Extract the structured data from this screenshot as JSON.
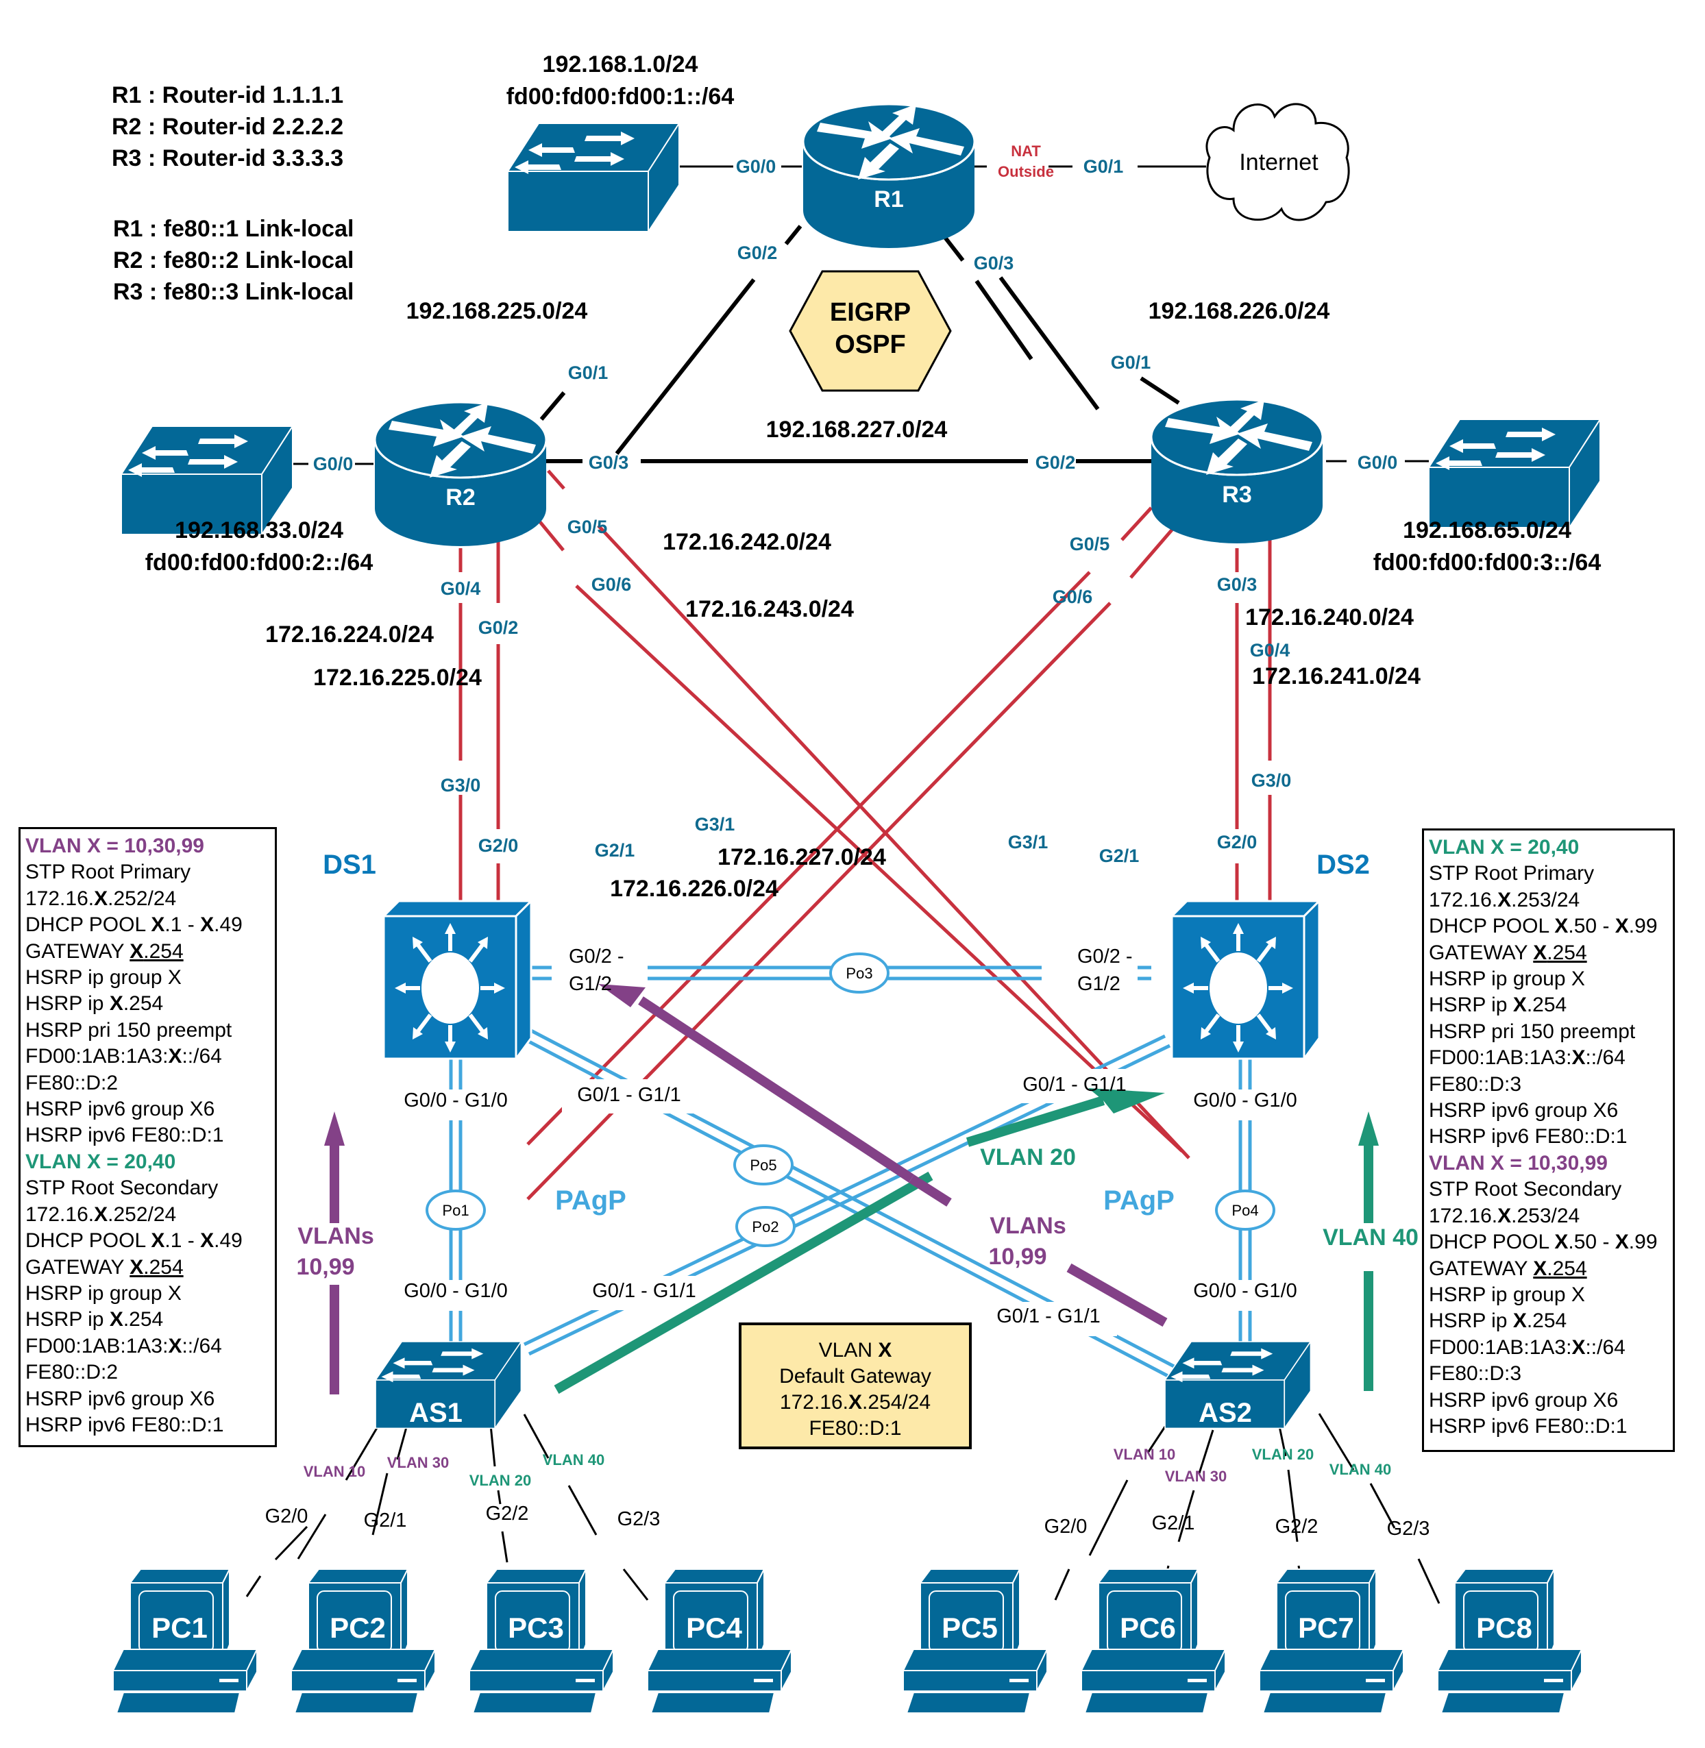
{
  "router_ids": [
    "R1 : Router-id 1.1.1.1",
    "R2 : Router-id 2.2.2.2",
    "R3 : Router-id 3.3.3.3"
  ],
  "link_locals": [
    "R1 : fe80::1 Link-local",
    "R2 : fe80::2 Link-local",
    "R3 : fe80::3 Link-local"
  ],
  "routing_protocols": [
    "EIGRP",
    "OSPF"
  ],
  "colors": {
    "device_blue": "#036897",
    "multilayer_blue": "#0a79b9",
    "l3_link_red": "#c8313e",
    "etherchannel_blue": "#42a7de",
    "vlan_purple": "#834187",
    "vlan_green": "#1e9677",
    "port_label_blue": "#0f6a8f",
    "nat_red": "#c8313e",
    "note_yellow": "#fde9a9",
    "hexagon_yellow": "#fde9a9"
  },
  "devices": {
    "r1": "R1",
    "r2": "R2",
    "r3": "R3",
    "ds1": "DS1",
    "ds2": "DS2",
    "as1": "AS1",
    "as2": "AS2",
    "internet": "Internet",
    "pcs": [
      "PC1",
      "PC2",
      "PC3",
      "PC4",
      "PC5",
      "PC6",
      "PC7",
      "PC8"
    ]
  },
  "networks": {
    "r1_lan_v4": "192.168.1.0/24",
    "r1_lan_v6": "fd00:fd00:fd00:1::/64",
    "r2_lan_v4": "192.168.33.0/24",
    "r2_lan_v6": "fd00:fd00:fd00:2::/64",
    "r3_lan_v4": "192.168.65.0/24",
    "r3_lan_v6": "fd00:fd00:fd00:3::/64",
    "r1_r2": "192.168.225.0/24",
    "r1_r3": "192.168.226.0/24",
    "r2_r3": "192.168.227.0/24",
    "r2_ds1_a": "172.16.224.0/24",
    "r2_ds1_b": "172.16.225.0/24",
    "r2_ds2_a": "172.16.242.0/24",
    "r2_ds2_b": "172.16.243.0/24",
    "r3_ds2_a": "172.16.240.0/24",
    "r3_ds2_b": "172.16.241.0/24",
    "r3_ds1_a": "172.16.227.0/24",
    "r3_ds1_b": "172.16.226.0/24"
  },
  "nat_label": [
    "NAT",
    "Outside"
  ],
  "ports": {
    "r1_g00": "G0/0",
    "r1_g01": "G0/1",
    "r1_g02": "G0/2",
    "r1_g03": "G0/3",
    "r2_g00": "G0/0",
    "r2_g01": "G0/1",
    "r2_g03": "G0/3",
    "r2_g04": "G0/4",
    "r2_g02": "G0/2",
    "r2_g05": "G0/5",
    "r2_g06": "G0/6",
    "r3_g00": "G0/0",
    "r3_g01": "G0/1",
    "r3_g02": "G0/2",
    "r3_g03": "G0/3",
    "r3_g04": "G0/4",
    "r3_g05": "G0/5",
    "r3_g06": "G0/6",
    "ds1_g30": "G3/0",
    "ds1_g20": "G2/0",
    "ds1_g21": "G2/1",
    "ds1_g31": "G3/1",
    "ds2_g31": "G3/1",
    "ds2_g21": "G2/1",
    "ds2_g20": "G2/0",
    "ds2_g30": "G3/0",
    "ds1_po3_a": "G0/2 -",
    "ds1_po3_b": "G1/2",
    "ds2_po3_a": "G0/2 -",
    "ds2_po3_b": "G1/2",
    "ds1_down": "G0/0 - G1/0",
    "ds1_diag": "G0/1 - G1/1",
    "ds2_diag": "G0/1 - G1/1",
    "ds2_down": "G0/0 - G1/0",
    "as1_up": "G0/0 - G1/0",
    "as1_diag": "G0/1 - G1/1",
    "as2_diag": "G0/1 - G1/1",
    "as2_up": "G0/0 - G1/0"
  },
  "port_channels": [
    "Po1",
    "Po2",
    "Po3",
    "Po4",
    "Po5"
  ],
  "pagp_label": "PAgP",
  "vlan_flows": {
    "left": [
      "VLANs",
      "10,99"
    ],
    "center_purple": [
      "VLANs",
      "10,99"
    ],
    "center_green": "VLAN 20",
    "right": "VLAN 40"
  },
  "access_links": {
    "as1": [
      {
        "vlan": "VLAN 10",
        "port": "G2/0",
        "color": "purple"
      },
      {
        "vlan": "VLAN 30",
        "port": "G2/1",
        "color": "purple"
      },
      {
        "vlan": "VLAN 20",
        "port": "G2/2",
        "color": "green"
      },
      {
        "vlan": "VLAN 40",
        "port": "G2/3",
        "color": "green"
      }
    ],
    "as2": [
      {
        "vlan": "VLAN 10",
        "port": "G2/0",
        "color": "purple"
      },
      {
        "vlan": "VLAN 30",
        "port": "G2/1",
        "color": "purple"
      },
      {
        "vlan": "VLAN 20",
        "port": "G2/2",
        "color": "green"
      },
      {
        "vlan": "VLAN 40",
        "port": "G2/3",
        "color": "green"
      }
    ]
  },
  "gateway_note": [
    "VLAN X",
    "Default Gateway",
    "172.16.X.254/24",
    "FE80::D:1"
  ],
  "ds1_config": [
    {
      "text": "VLAN X = 10,30,99",
      "style": "header-purple"
    },
    {
      "text": "STP Root Primary"
    },
    {
      "text": "172.16.X.252/24"
    },
    {
      "text": "DHCP POOL X.1 - X.49"
    },
    {
      "text": "GATEWAY  X.254"
    },
    {
      "text": "HSRP ip group X"
    },
    {
      "text": "HSRP ip  X.254"
    },
    {
      "text": "HSRP pri 150 preempt"
    },
    {
      "text": "FD00:1AB:1A3:X::/64"
    },
    {
      "text": "FE80::D:2"
    },
    {
      "text": "HSRP ipv6 group X6"
    },
    {
      "text": "HSRP ipv6 FE80::D:1"
    },
    {
      "text": "VLAN X = 20,40",
      "style": "header-green"
    },
    {
      "text": "STP Root Secondary"
    },
    {
      "text": "172.16.X.252/24"
    },
    {
      "text": "DHCP POOL X.1 - X.49"
    },
    {
      "text": "GATEWAY X.254"
    },
    {
      "text": "HSRP ip group X"
    },
    {
      "text": "HSRP ip  X.254"
    },
    {
      "text": "FD00:1AB:1A3:X::/64"
    },
    {
      "text": "FE80::D:2"
    },
    {
      "text": "HSRP ipv6 group X6"
    },
    {
      "text": "HSRP ipv6 FE80::D:1"
    }
  ],
  "ds2_config": [
    {
      "text": "VLAN X = 20,40",
      "style": "header-green"
    },
    {
      "text": "STP Root Primary"
    },
    {
      "text": "172.16.X.253/24"
    },
    {
      "text": "DHCP POOL X.50 - X.99"
    },
    {
      "text": "GATEWAY X.254"
    },
    {
      "text": "HSRP ip group X"
    },
    {
      "text": "HSRP  ip  X.254"
    },
    {
      "text": "HSRP pri 150 preempt"
    },
    {
      "text": "FD00:1AB:1A3:X::/64"
    },
    {
      "text": "FE80::D:3"
    },
    {
      "text": "HSRP ipv6 group X6"
    },
    {
      "text": "HSRP ipv6 FE80::D:1"
    },
    {
      "text": "VLAN X = 10,30,99",
      "style": "header-purple"
    },
    {
      "text": "STP Root Secondary"
    },
    {
      "text": "172.16.X.253/24"
    },
    {
      "text": "DHCP POOL X.50 - X.99"
    },
    {
      "text": "GATEWAY X.254"
    },
    {
      "text": "HSRP ip group X"
    },
    {
      "text": "HSRP  ip  X.254"
    },
    {
      "text": "FD00:1AB:1A3:X::/64"
    },
    {
      "text": "FE80::D:3"
    },
    {
      "text": "HSRP ipv6 group X6"
    },
    {
      "text": "HSRP ipv6 FE80::D:1"
    }
  ]
}
